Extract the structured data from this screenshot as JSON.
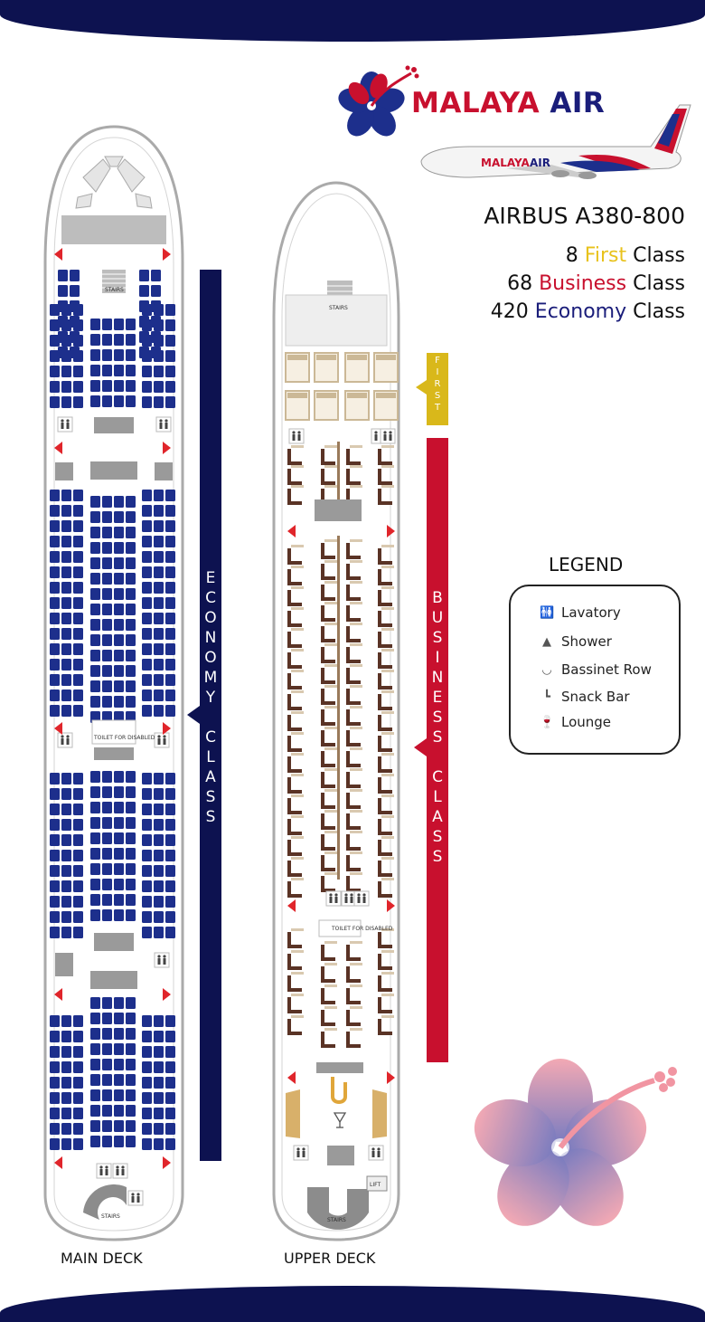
{
  "brand": {
    "name_part1": "MALAYA",
    "name_part2": "AIR"
  },
  "aircraft_model": "AIRBUS A380-800",
  "classes": [
    {
      "count": "8",
      "name": "First",
      "suffix": "Class",
      "color": "#e8c21c"
    },
    {
      "count": "68",
      "name": "Business",
      "suffix": "Class",
      "color": "#c8102e"
    },
    {
      "count": "420",
      "name": "Economy",
      "suffix": "Class",
      "color": "#1a1d7a"
    }
  ],
  "legend": {
    "title": "LEGEND",
    "items": [
      {
        "label": "Lavatory",
        "icon": "lavatory-icon"
      },
      {
        "label": "Shower",
        "icon": "shower-icon"
      },
      {
        "label": "Bassinet Row",
        "icon": "bassinet-icon"
      },
      {
        "label": "Snack Bar",
        "icon": "snack-bar-icon"
      },
      {
        "label": "Lounge",
        "icon": "lounge-icon"
      }
    ]
  },
  "main_deck": {
    "label": "MAIN DECK",
    "cabin_label": "ECONOMY CLASS",
    "stairs_label": "STAIRS",
    "disabled_toilet_label": "TOILET FOR DISABLED"
  },
  "upper_deck": {
    "label": "UPPER DECK",
    "business_label": "BUSINESS CLASS",
    "first_label": "FIRST",
    "stairs_label": "STAIRS",
    "lift_label": "LIFT",
    "disabled_toilet_label": "TOILET FOR DISABLED"
  },
  "colors": {
    "navy": "#0d1250",
    "economy_seat": "#1d2f8c",
    "business_red": "#c8102e",
    "first_yellow": "#d9b81a",
    "business_seat": "#5a3325",
    "first_seat": "#cbb896",
    "exit_red": "#e0252b",
    "galley_gray": "#9a9a9a"
  }
}
